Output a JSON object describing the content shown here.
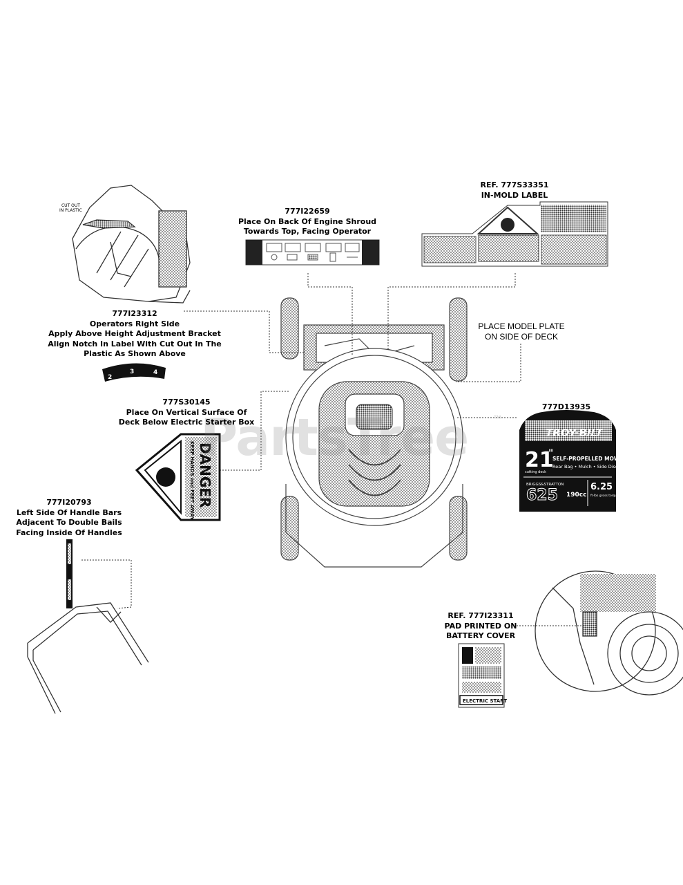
{
  "watermark": {
    "text": "PartsTree",
    "tm": "™"
  },
  "callouts": {
    "label_22659": {
      "lines": [
        "777I22659",
        "Place On Back Of Engine Shroud",
        "Towards Top, Facing Operator"
      ]
    },
    "label_33351": {
      "lines": [
        "REF. 777S33351",
        "IN-MOLD LABEL"
      ]
    },
    "label_23312": {
      "lines": [
        "777I23312",
        "Operators Right Side",
        "Apply Above Height Adjustment Bracket",
        "Align Notch In Label With Cut Out In The",
        "Plastic As Shown Above"
      ]
    },
    "model_plate": {
      "lines": [
        "PLACE MODEL PLATE",
        "ON SIDE OF DECK"
      ]
    },
    "label_30145": {
      "lines": [
        "777S30145",
        "Place On Vertical Surface Of",
        "Deck Below Electric Starter Box"
      ]
    },
    "label_13935": {
      "lines": [
        "777D13935"
      ]
    },
    "label_20793": {
      "lines": [
        "777I20793",
        "Left Side Of Handle Bars",
        "Adjacent To Double Bails",
        "Facing Inside Of Handles"
      ]
    },
    "label_23311": {
      "lines": [
        "REF. 777I23311",
        "PAD PRINTED ON",
        "BATTERY COVER"
      ]
    }
  },
  "decals": {
    "cutout_note": [
      "CUT OUT",
      "IN PLASTIC"
    ],
    "height_positions": [
      "2",
      "3",
      "4"
    ],
    "danger_word": "DANGER",
    "danger_text": "KEEP HANDS and FEET AWAY",
    "brand_plate": {
      "brand": "TROY-BILT",
      "size": "21",
      "inch_mark": "\"",
      "cutting_deck": "cutting deck",
      "product": "SELF-PROPELLED MOWER",
      "features": "Rear Bag • Mulch • Side Discharge",
      "engine_brand": "BRIGGS&STRATTON",
      "series": "625",
      "displacement": "190cc",
      "torque": "6.25",
      "torque_note": "ft-lbs gross torque"
    },
    "battery_cover": {
      "start_label": "ELECTRIC START"
    }
  }
}
